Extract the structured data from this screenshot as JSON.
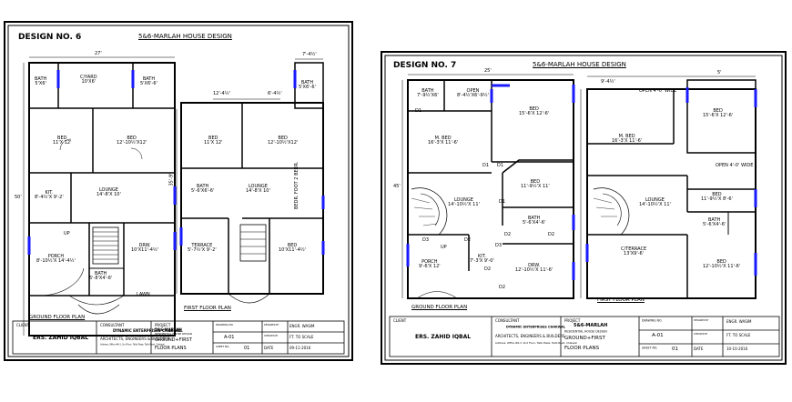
{
  "sheet1": {
    "design_label": "DESIGN NO. 6",
    "title": "5&6-MARLAH HOUSE DESIGN",
    "ground": {
      "dim_width": "27'",
      "dim_height": "50'",
      "rooms": [
        {
          "name": "BATH",
          "size": "5'X6'"
        },
        {
          "name": "C/YARD",
          "size": "10'X6'"
        },
        {
          "name": "BATH",
          "size": "5'X6'-6'"
        },
        {
          "name": "BED",
          "size": "11'X 12'"
        },
        {
          "name": "BED",
          "size": "12'-10½'X12'"
        },
        {
          "name": "KIT.",
          "size": "8'-4½'X 9'-2'"
        },
        {
          "name": "LOUNGE",
          "size": "14'-8'X 10'"
        },
        {
          "name": "PORCH",
          "size": "8'-10½'X 14'-4½'"
        },
        {
          "name": "DRW.",
          "size": "10'X11'-4½'"
        },
        {
          "name": "BATH",
          "size": "5'-8'X4'-6'"
        }
      ],
      "lawn": "LAWN",
      "up": "UP",
      "plan_label": "GROUND FLOOR PLAN"
    },
    "first": {
      "dim_top": "7'-4½'",
      "dim_mid1": "12'-4½'",
      "dim_mid2": "6'-4½'",
      "dim_side": "35'-9'",
      "rooms": [
        {
          "name": "BATH",
          "size": "5'X6'-6'"
        },
        {
          "name": "BED",
          "size": "11'X 12'"
        },
        {
          "name": "BED",
          "size": "12'-10½'X12'"
        },
        {
          "name": "BATH",
          "size": "5'-6'X6'-6'"
        },
        {
          "name": "LOUNGE",
          "size": "14'-8'X 10'"
        },
        {
          "name": "TERRACE",
          "size": "5'-7½'X 9'-2'"
        },
        {
          "name": "BED",
          "size": "10'X11'-4½'"
        }
      ],
      "vertical_label": "BEDR. FOOT 2 BEDR.",
      "plan_label": "FIRST FLOOR PLAN"
    },
    "title_block": {
      "client_label": "CLIENT",
      "client": "ERS. ZAHID IQBAL",
      "company_label": "CONSULTANT",
      "company": "DYNAMIC ENTERPRISES CHAKWAL",
      "company_sub": "ARCHITECTS, ENGINEERS & BUILDERS",
      "address": "Address: Office #6-3, 2nd Floor, Talib Plaza, Talib Road, Chakwal",
      "project_label": "PROJECT",
      "project": "5&6-MARLAH",
      "project_sub": "RESIDENTIAL HOUSE DESIGN",
      "drawing": "GROUND+FIRST",
      "drawing2": "FLOOR PLANS",
      "drawing_no_label": "DRAWING NO.",
      "drawing_no": "A-01",
      "sheet_no_label": "SHEET NO.",
      "sheet_no": "01",
      "designed_label": "DESIGNED BY",
      "designed": "ENGR. WASIM",
      "checked_label": "CHECKED BY",
      "scale": "FT. TO SCALE",
      "date_label": "DATE",
      "date": "09-11-2016"
    }
  },
  "sheet2": {
    "design_label": "DESIGN NO. 7",
    "title": "5&6-MARLAH HOUSE DESIGN",
    "ground": {
      "dim_width": "25'",
      "dim_height": "45'",
      "rooms": [
        {
          "name": "BATH",
          "size": "7'-9½'X6'"
        },
        {
          "name": "OPEN",
          "size": "8'-4½'X6'-9½'"
        },
        {
          "name": "BED",
          "size": "15'-6'X 12'-6'"
        },
        {
          "name": "M. BED",
          "size": "16'-3'X 11'-6'"
        },
        {
          "name": "BED",
          "size": "11'-9½'X 11'"
        },
        {
          "name": "LOUNGE",
          "size": "14'-10½'X 11'"
        },
        {
          "name": "BATH",
          "size": "5'-6'X4'-6'"
        },
        {
          "name": "PORCH",
          "size": "9'-6'X 12'"
        },
        {
          "name": "KIT.",
          "size": "7'-3'X 9'-0'"
        },
        {
          "name": "DRW.",
          "size": "12'-10½'X 11'-6'"
        }
      ],
      "doors": [
        "D1",
        "D1",
        "D1",
        "D2",
        "D2",
        "D3",
        "D1",
        "D2",
        "D2",
        "D3",
        "D2"
      ],
      "up": "UP",
      "plan_label": "GROUND FLOOR PLAN"
    },
    "first": {
      "dim_top": "5'",
      "dim_mid": "9'-4½'",
      "open_label": "OPEN 4'-0' WIDE",
      "open_label2": "OPEN 4'-0' WIDE",
      "rooms": [
        {
          "name": "M. BED",
          "size": "16'-3'X 11'-6'"
        },
        {
          "name": "BED",
          "size": "15'-6'X 12'-6'"
        },
        {
          "name": "LOUNGE",
          "size": "14'-10½'X 11'"
        },
        {
          "name": "BED",
          "size": "11'-9½'X 8'-6'"
        },
        {
          "name": "BATH",
          "size": "5'-6'X4'-6'"
        },
        {
          "name": "C/TERRACE",
          "size": "13'X9'-6'"
        },
        {
          "name": "BED",
          "size": "12'-10½'X 11'-6'"
        }
      ],
      "plan_label": "FIRST FLOOR PLAN"
    },
    "title_block": {
      "client_label": "CLIENT",
      "client": "ERS. ZAHID IQBAL",
      "company_label": "CONSULTANT",
      "company": "DYNAMIC ENTERPRISES CHAKWAL",
      "company_sub": "ARCHITECTS, ENGINEERS & BUILDERS",
      "address": "Address: Office #6-3, 2nd Floor, Talib Plaza, Talib Road, Chakwal",
      "project_label": "PROJECT",
      "project": "5&6-MARLAH",
      "project_sub": "RESIDENTIAL HOUSE DESIGN",
      "drawing": "GROUND+FIRST",
      "drawing2": "FLOOR PLANS",
      "drawing_no_label": "DRAWING NO.",
      "drawing_no": "A-01",
      "sheet_no_label": "SHEET NO.",
      "sheet_no": "01",
      "designed_label": "DESIGNED BY",
      "designed": "ENGR. WASIM",
      "checked_label": "CHECKED BY",
      "scale": "FT. TO SCALE",
      "date_label": "DATE",
      "date": "10-10-2016"
    }
  },
  "colors": {
    "wall": "#000000",
    "window": "#1a1aff",
    "paper": "#ffffff"
  }
}
